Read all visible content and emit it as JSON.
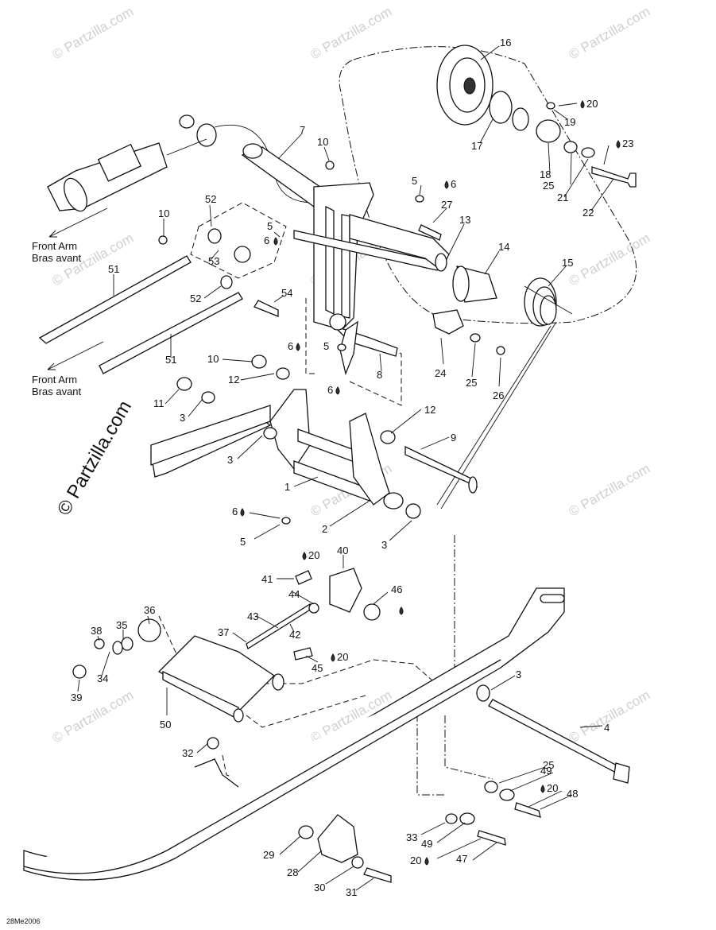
{
  "diagram": {
    "callouts": [
      "1",
      "2",
      "3",
      "3",
      "3",
      "3",
      "4",
      "5",
      "5",
      "5",
      "5",
      "6",
      "6",
      "6",
      "6",
      "6",
      "7",
      "8",
      "9",
      "10",
      "10",
      "10",
      "11",
      "12",
      "12",
      "13",
      "14",
      "15",
      "16",
      "17",
      "18",
      "19",
      "20",
      "20",
      "20",
      "20",
      "20",
      "21",
      "22",
      "23",
      "24",
      "25",
      "25",
      "25",
      "26",
      "27",
      "28",
      "29",
      "30",
      "31",
      "32",
      "33",
      "34",
      "35",
      "36",
      "37",
      "38",
      "39",
      "40",
      "41",
      "42",
      "43",
      "44",
      "45",
      "46",
      "47",
      "48",
      "49",
      "49",
      "50",
      "51",
      "51",
      "52",
      "52",
      "53",
      "54"
    ],
    "front_arm_label": "Front Arm",
    "bras_avant_label": "Bras avant",
    "watermark_text": "© Partzilla.com",
    "drawing_code": "28Me2006"
  },
  "colors": {
    "line": "#111111",
    "watermark": "#cfcfcf",
    "background": "#ffffff"
  }
}
